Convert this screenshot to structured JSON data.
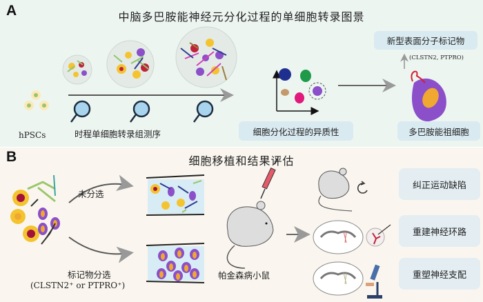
{
  "panel_a": {
    "label": "A",
    "title": "中脑多巴胺能神经元分化过程的单细胞转录图景",
    "hpscs_label": "hPSCs",
    "sequencing_label": "时程单细胞转录组测序",
    "heterogeneity_label": "细胞分化过程的异质性",
    "progenitor_label": "多巴胺能祖细胞",
    "marker_label": "新型表面分子标记物",
    "marker_genes": "(CLSTN2, PTPRO)"
  },
  "panel_b": {
    "label": "B",
    "title": "细胞移植和结果评估",
    "unsorted_label": "未分选",
    "sorted_label": "标记物分选",
    "sorted_criteria": "(CLSTN2⁺ or PTPRO⁺)",
    "mouse_label": "帕金森病小鼠",
    "outcomes": [
      "纠正运动缺陷",
      "重建神经环路",
      "重塑神经支配"
    ]
  },
  "colors": {
    "panel_a_bg": "#edf5f1",
    "panel_b_bg": "#faf6ef",
    "box_bg": "#d9eaf1",
    "purple": "#8b4fc9",
    "yellow": "#f4c430",
    "red": "#c0213a"
  }
}
